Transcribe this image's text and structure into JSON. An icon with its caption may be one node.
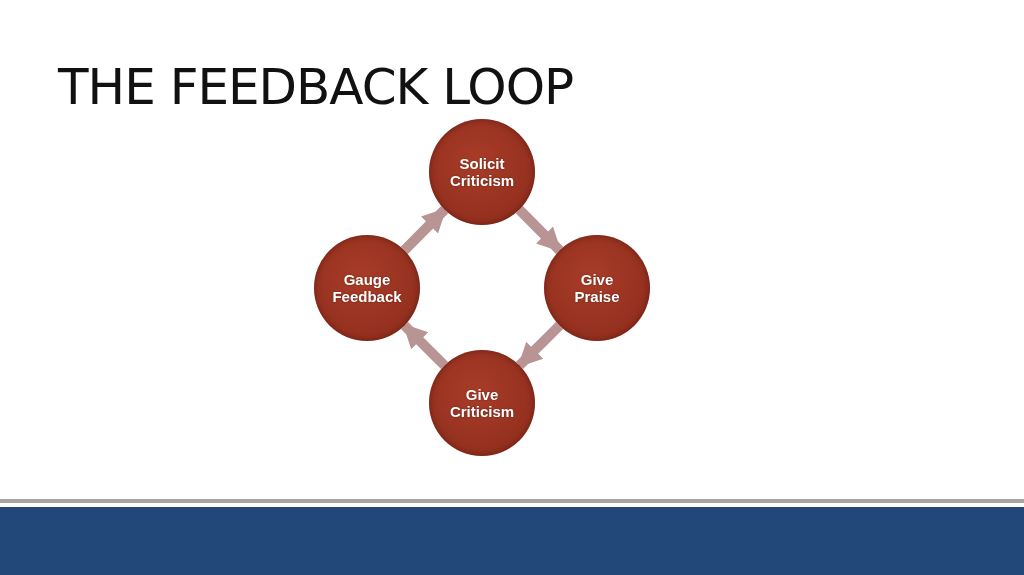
{
  "diagram": {
    "title": "THE FEEDBACK LOOP",
    "nodes": [
      {
        "text": [
          "Solicit Criticism"
        ]
      },
      {
        "text": [
          "Give Praise"
        ]
      },
      {
        "text": [
          "Give Criticism"
        ]
      },
      {
        "text": [
          "Gauge Feedback"
        ]
      }
    ],
    "edges": [
      {
        "from": 0,
        "to": 1,
        "arrow": "to"
      },
      {
        "from": 1,
        "to": 2,
        "arrow": "to"
      },
      {
        "from": 2,
        "to": 3,
        "arrow": "to"
      },
      {
        "from": 3,
        "to": 0,
        "arrow": "to"
      }
    ]
  }
}
